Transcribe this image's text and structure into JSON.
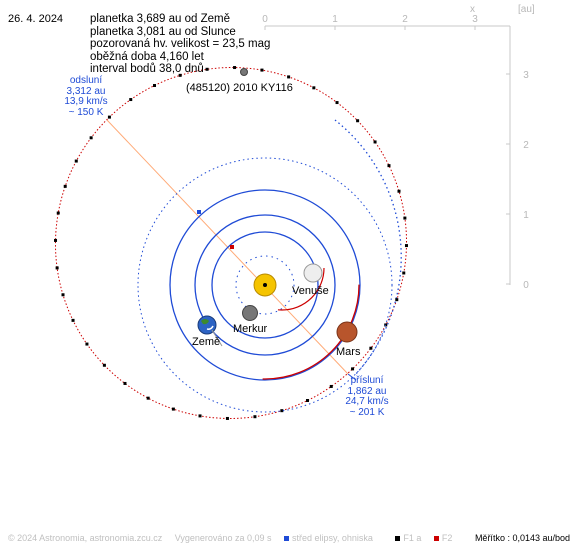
{
  "header": {
    "date": "26. 4. 2024",
    "info_lines": [
      "planetka 3,689 au od Země",
      "planetka 3,081 au od Slunce",
      "pozorovaná hv. velikost = 23,5 mag",
      "oběžná doba 4,160 let",
      "interval bodů 38,0 dnů"
    ],
    "object_name": "(485120) 2010 KY116"
  },
  "aphelion": {
    "lines": [
      "odsluní",
      "3,312 au",
      "13,9 km/s",
      "~ 150 K"
    ]
  },
  "perihelion": {
    "lines": [
      "přísluní",
      "1,862 au",
      "24,7 km/s",
      "~ 201 K"
    ]
  },
  "planets": {
    "venus": "Venuše",
    "mercury": "Merkur",
    "earth": "Země",
    "mars": "Mars"
  },
  "axes": {
    "x_label": "x",
    "unit": "[au]",
    "x_ticks": [
      "0",
      "1",
      "2",
      "3"
    ],
    "y_ticks": [
      "3",
      "2",
      "1",
      "0"
    ]
  },
  "footer": {
    "copyright": "© 2024 Astronomia, astronomia.zcu.cz",
    "generated": "Vygenerováno za 0,09 s",
    "legend_center": "střed elipsy, ohniska",
    "legend_f1": "F1 a",
    "legend_f2": "F2",
    "scale": "Měřítko : 0,0143 au/bod"
  },
  "colors": {
    "asteroid_orbit": "#cc0000",
    "asteroid_points": "#000000",
    "planet_orbit": "#1f4bd6",
    "apsis_line": "#ff9966",
    "axis": "#c8c8c8"
  }
}
